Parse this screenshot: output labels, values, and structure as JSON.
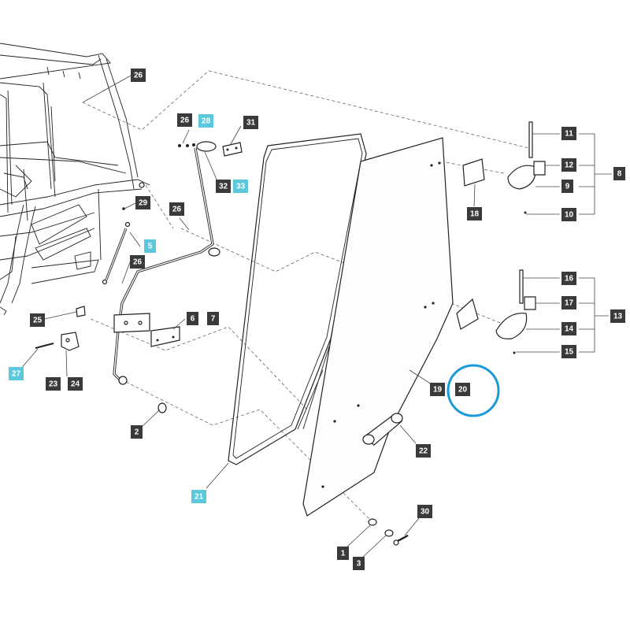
{
  "labels": [
    {
      "text": "26",
      "hl": false
    },
    {
      "text": "26",
      "hl": false
    },
    {
      "text": "28",
      "hl": true
    },
    {
      "text": "31",
      "hl": false
    },
    {
      "text": "32",
      "hl": false
    },
    {
      "text": "33",
      "hl": true
    },
    {
      "text": "29",
      "hl": false
    },
    {
      "text": "26",
      "hl": false
    },
    {
      "text": "5",
      "hl": true
    },
    {
      "text": "26",
      "hl": false
    },
    {
      "text": "25",
      "hl": false
    },
    {
      "text": "6",
      "hl": false
    },
    {
      "text": "7",
      "hl": false
    },
    {
      "text": "27",
      "hl": true
    },
    {
      "text": "23",
      "hl": false
    },
    {
      "text": "24",
      "hl": false
    },
    {
      "text": "2",
      "hl": false
    },
    {
      "text": "21",
      "hl": true
    },
    {
      "text": "18",
      "hl": false
    },
    {
      "text": "11",
      "hl": false
    },
    {
      "text": "12",
      "hl": false
    },
    {
      "text": "9",
      "hl": false
    },
    {
      "text": "10",
      "hl": false
    },
    {
      "text": "8",
      "hl": false
    },
    {
      "text": "16",
      "hl": false
    },
    {
      "text": "17",
      "hl": false
    },
    {
      "text": "14",
      "hl": false
    },
    {
      "text": "15",
      "hl": false
    },
    {
      "text": "13",
      "hl": false
    },
    {
      "text": "19",
      "hl": false
    },
    {
      "text": "20",
      "hl": false
    },
    {
      "text": "22",
      "hl": false
    },
    {
      "text": "30",
      "hl": false
    },
    {
      "text": "1",
      "hl": false
    },
    {
      "text": "3",
      "hl": false
    }
  ],
  "highlight": {
    "label": "20",
    "color": "#1a9ad6"
  },
  "colors": {
    "label_bg": "#3a3a3a",
    "label_highlight_bg": "#5bc8dc",
    "label_text": "#ffffff"
  }
}
